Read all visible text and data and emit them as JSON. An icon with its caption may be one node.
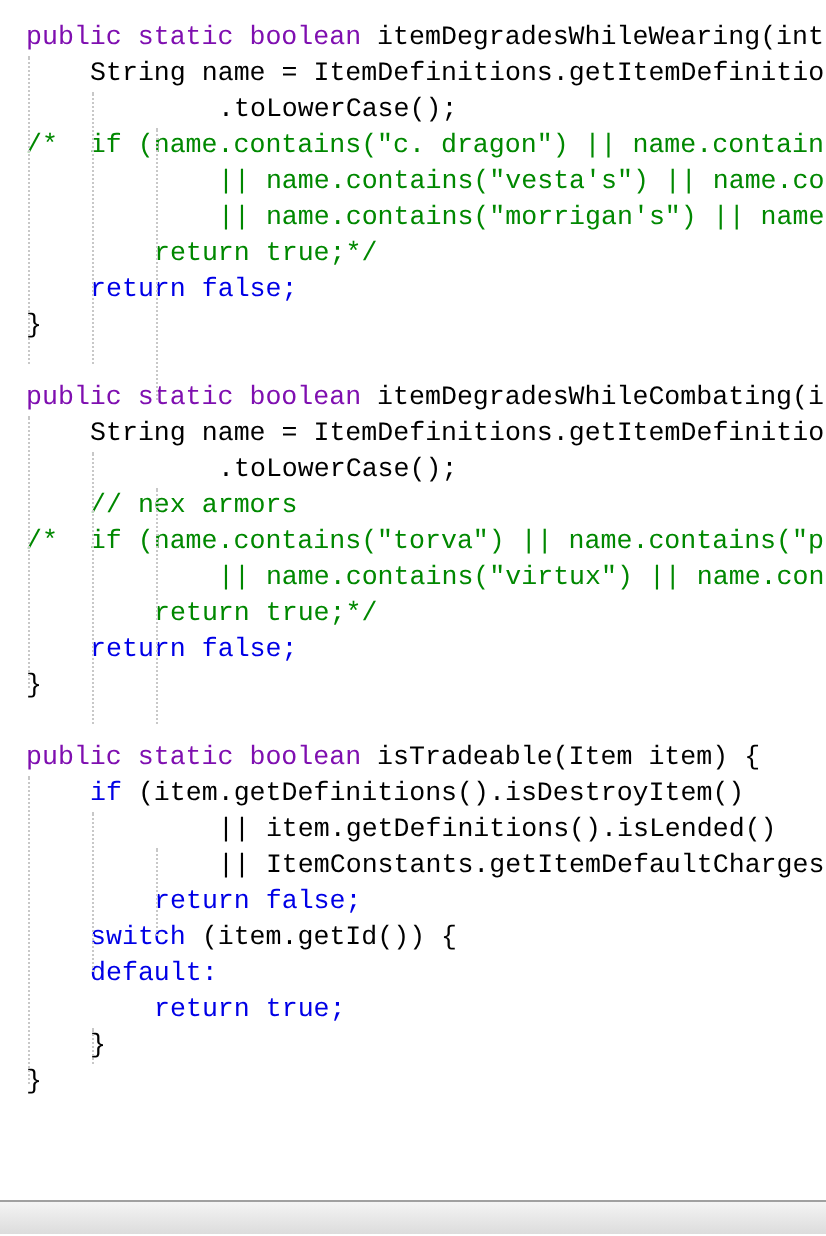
{
  "diagram": {
    "labels": [
      "public static boolean itemDegradesWhileWearing(int",
      "String name = ItemDefinitions.getItemDefinitio",
      ".toLowerCase();",
      "/*  if (name.contains(\"c. dragon\") || name.contain",
      "|| name.contains(\"vesta's\") || name.co",
      "|| name.contains(\"morrigan's\") || name",
      "return true;*/",
      "return false;",
      "}",
      "public static boolean itemDegradesWhileCombating(i",
      "String name = ItemDefinitions.getItemDefinitio",
      ".toLowerCase();",
      "// nex armors",
      "/*  if (name.contains(\"torva\") || name.contains(\"p",
      "|| name.contains(\"virtux\") || name.con",
      "return true;*/",
      "return false;",
      "}",
      "public static boolean isTradeable(Item item) {",
      "if (item.getDefinitions().isDestroyItem()",
      "|| item.getDefinitions().isLended()",
      "|| ItemConstants.getItemDefaultCharges",
      "return false;",
      "switch (item.getId()) {",
      "default:",
      "return true;",
      "}",
      "}"
    ]
  }
}
